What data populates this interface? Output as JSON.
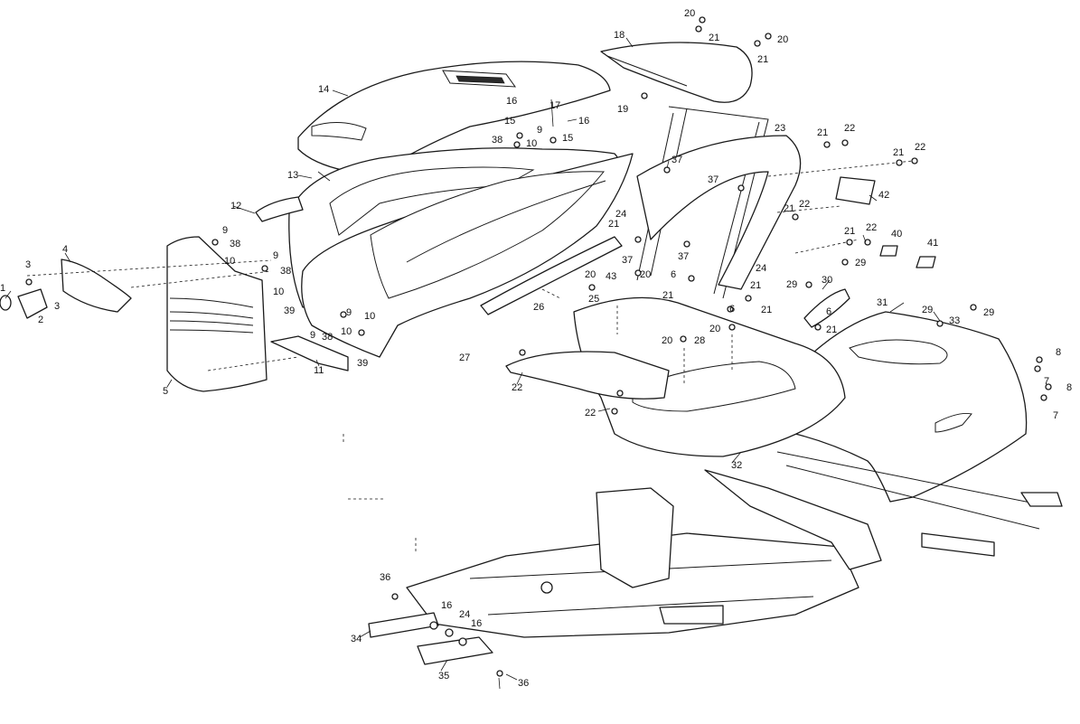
{
  "callouts": [
    "1",
    "2",
    "3",
    "4",
    "5",
    "6",
    "7",
    "8",
    "9",
    "10",
    "11",
    "12",
    "13",
    "14",
    "15",
    "16",
    "17",
    "18",
    "19",
    "20",
    "21",
    "22",
    "23",
    "24",
    "25",
    "26",
    "27",
    "28",
    "29",
    "30",
    "31",
    "32",
    "33",
    "34",
    "35",
    "36",
    "37",
    "38",
    "39",
    "40",
    "41",
    "42",
    "43"
  ],
  "colors": {
    "line": "#1a1a1a",
    "paper": "#ffffff"
  }
}
